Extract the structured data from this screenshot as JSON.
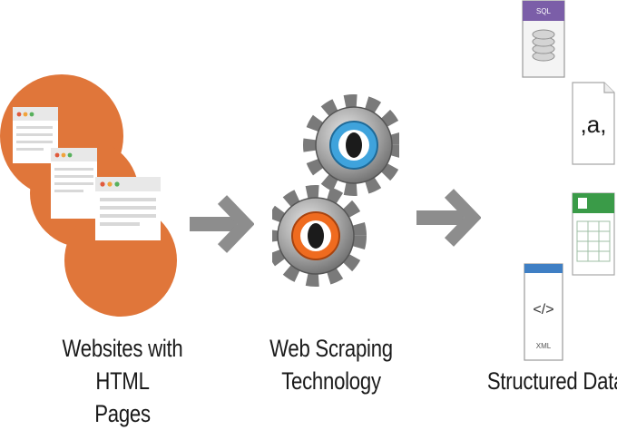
{
  "stages": {
    "websites": {
      "label_line1": "Websites with HTML",
      "label_line2": "Pages",
      "icon": "browser-window-icon"
    },
    "scraper": {
      "label_line1": "Web Scraping",
      "label_line2": "Technology",
      "icon": "gears-icon"
    },
    "structured": {
      "label": "Structured Data",
      "files": {
        "sql": {
          "text": "SQL",
          "icon": "sql-database-file-icon"
        },
        "csv": {
          "text": ",a,",
          "icon": "csv-file-icon"
        },
        "spreadsheet": {
          "icon": "spreadsheet-file-icon"
        },
        "xml": {
          "code": "</>",
          "text": "XML",
          "icon": "xml-file-icon"
        }
      }
    }
  },
  "arrows": [
    "arrow-right-icon",
    "arrow-right-icon"
  ],
  "colors": {
    "orange": "#e0763a",
    "arrow_gray": "#8d8d8d",
    "gear_gray": "#9a9a9a",
    "gear_orange": "#ef6b1f",
    "gear_blue": "#3fa3dc",
    "sql_purple": "#7b5ea8",
    "spreadsheet_green": "#3a9b48",
    "xml_blue": "#3f7fc4"
  }
}
